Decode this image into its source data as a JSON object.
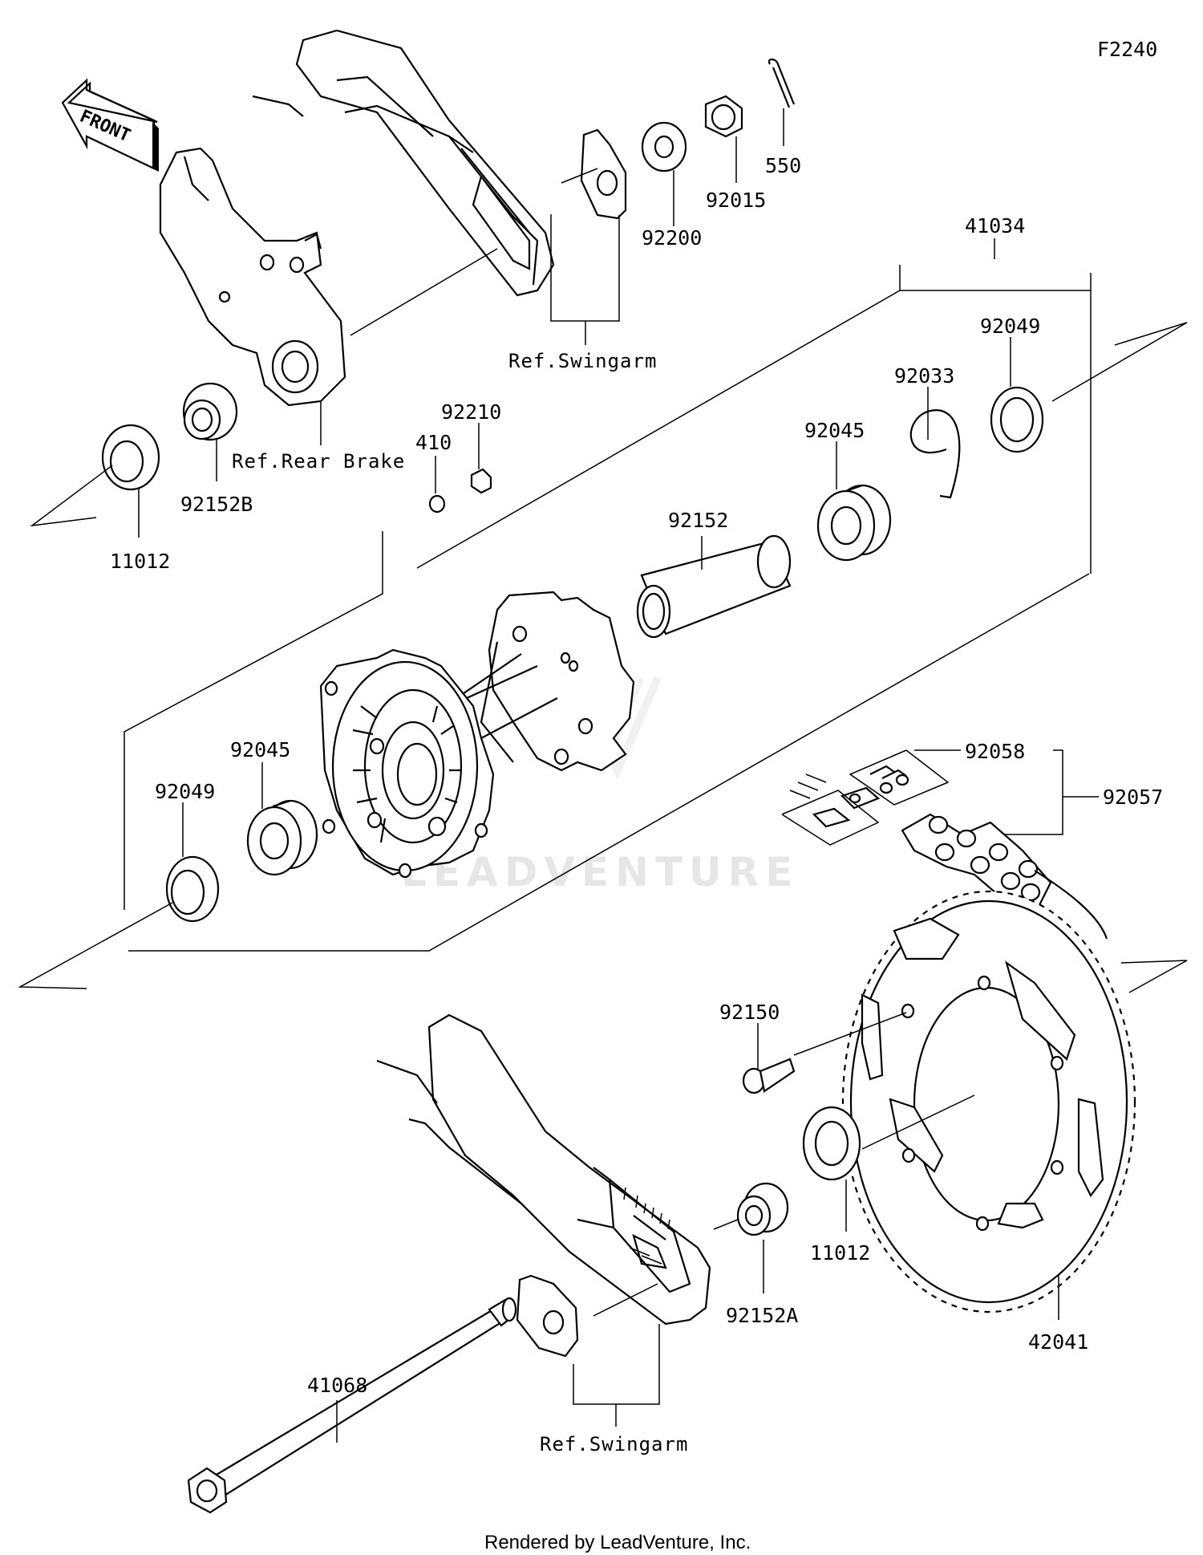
{
  "figure_code": "F2240",
  "front_label": "FRONT",
  "watermark": "LEADVENTURE",
  "footer": "Rendered by LeadVenture, Inc.",
  "refs": {
    "swingarm_top": "Ref.Swingarm",
    "rear_brake": "Ref.Rear Brake",
    "swingarm_bottom": "Ref.Swingarm"
  },
  "parts": {
    "p550": "550",
    "p92015": "92015",
    "p92200": "92200",
    "p41034": "41034",
    "p92049_r": "92049",
    "p92033": "92033",
    "p92045_r": "92045",
    "p92210": "92210",
    "p410": "410",
    "p92152b": "92152B",
    "p11012_l": "11012",
    "p92152": "92152",
    "p92045_l": "92045",
    "p92049_l": "92049",
    "p92058": "92058",
    "p92057": "92057",
    "p92150": "92150",
    "p11012_r": "11012",
    "p92152a": "92152A",
    "p42041": "42041",
    "p41068": "41068"
  }
}
